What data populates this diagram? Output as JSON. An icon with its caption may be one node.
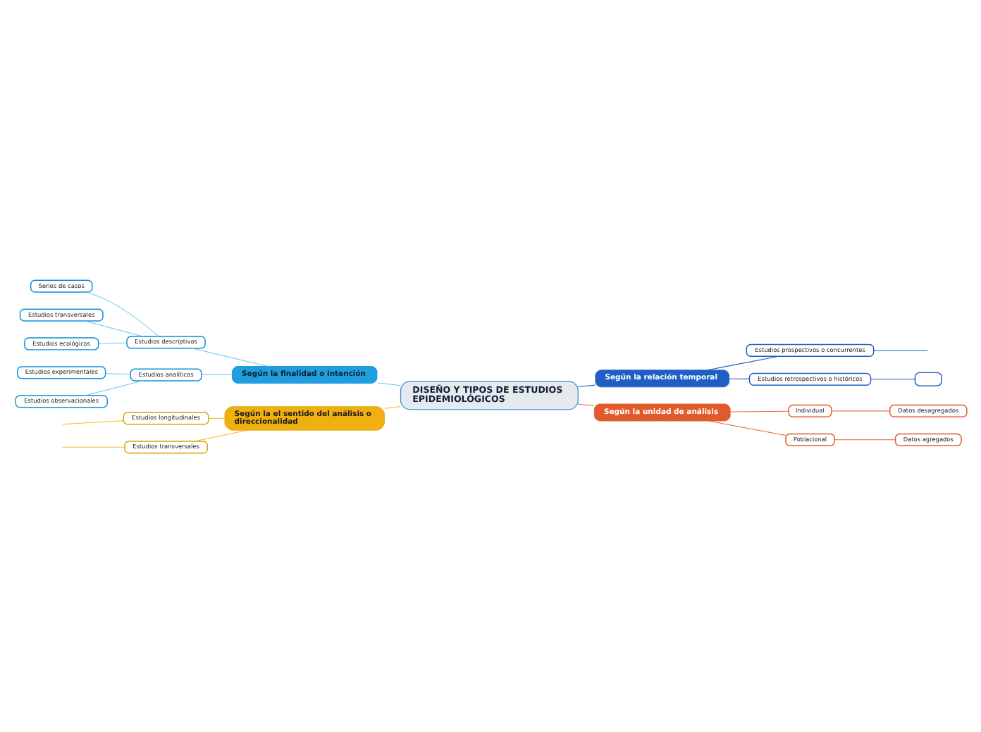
{
  "diagram": {
    "nodes": [
      {
        "text": [
          "DISEÑO Y TIPOS DE ESTUDIOS EPIDEMIOLÓGICOS"
        ]
      },
      {
        "text": [
          "Según la finalidad o intención"
        ]
      },
      {
        "text": [
          "Estudios descriptivos"
        ]
      },
      {
        "text": [
          "Series de casos"
        ]
      },
      {
        "text": [
          "Estudios transversales"
        ]
      },
      {
        "text": [
          "Estudios ecológicos"
        ]
      },
      {
        "text": [
          "Estudios analíticos"
        ]
      },
      {
        "text": [
          "Estudios experimentales"
        ]
      },
      {
        "text": [
          "Estudios observacionales"
        ]
      },
      {
        "text": [
          "Según la relación temporal"
        ]
      },
      {
        "text": [
          "Estudios prospectivos o concurrentes"
        ]
      },
      {
        "text": [
          "Estudios retrospectivos o históricos"
        ]
      },
      {
        "text": [],
        "shape": "box"
      },
      {
        "text": [
          "Según la unidad de análisis"
        ]
      },
      {
        "text": [
          "Individual"
        ]
      },
      {
        "text": [
          "Datos desagregados"
        ]
      },
      {
        "text": [
          "Poblacional"
        ]
      },
      {
        "text": [
          "Datos agregados"
        ]
      },
      {
        "text": [
          "Según la el sentido del análisis o direccionalidad"
        ]
      },
      {
        "text": [
          "Estudios longitudinales"
        ]
      },
      {
        "text": [
          "Estudios transversales"
        ]
      }
    ],
    "edges": [
      {
        "from": 0,
        "to": 1,
        "arrow": "none"
      },
      {
        "from": 1,
        "to": 2,
        "arrow": "none"
      },
      {
        "from": 2,
        "to": 3,
        "arrow": "none"
      },
      {
        "from": 2,
        "to": 4,
        "arrow": "none"
      },
      {
        "from": 2,
        "to": 5,
        "arrow": "none"
      },
      {
        "from": 1,
        "to": 6,
        "arrow": "none"
      },
      {
        "from": 6,
        "to": 7,
        "arrow": "none"
      },
      {
        "from": 6,
        "to": 8,
        "arrow": "none"
      },
      {
        "from": 0,
        "to": 9,
        "arrow": "none",
        "color": "#1f5fc4"
      },
      {
        "from": 9,
        "to": 10,
        "arrow": "none",
        "color": "#1f5fc4"
      },
      {
        "from": 9,
        "to": 11,
        "arrow": "none",
        "color": "#1f5fc4"
      },
      {
        "from": 10,
        "to": null,
        "arrow": "none",
        "color": "#1f5fc4"
      },
      {
        "from": 11,
        "to": 12,
        "arrow": "none",
        "color": "#1f5fc4"
      },
      {
        "from": 0,
        "to": 13,
        "arrow": "none",
        "color": "#e8603a"
      },
      {
        "from": 13,
        "to": 14,
        "arrow": "none",
        "color": "#e8603a"
      },
      {
        "from": 13,
        "to": 16,
        "arrow": "none",
        "color": "#e8603a"
      },
      {
        "from": 14,
        "to": 15,
        "arrow": "none",
        "color": "#e8603a"
      },
      {
        "from": 16,
        "to": 17,
        "arrow": "none",
        "color": "#e8603a"
      },
      {
        "from": 0,
        "to": 18,
        "arrow": "none",
        "color": "#f5b820"
      },
      {
        "from": 18,
        "to": 19,
        "arrow": "none",
        "color": "#f5b820"
      },
      {
        "from": 18,
        "to": 20,
        "arrow": "none",
        "color": "#f5b820"
      },
      {
        "from": 19,
        "to": null,
        "arrow": "none",
        "color": "#f5b820"
      },
      {
        "from": 20,
        "to": null,
        "arrow": "none",
        "color": "#f5b820"
      }
    ]
  }
}
